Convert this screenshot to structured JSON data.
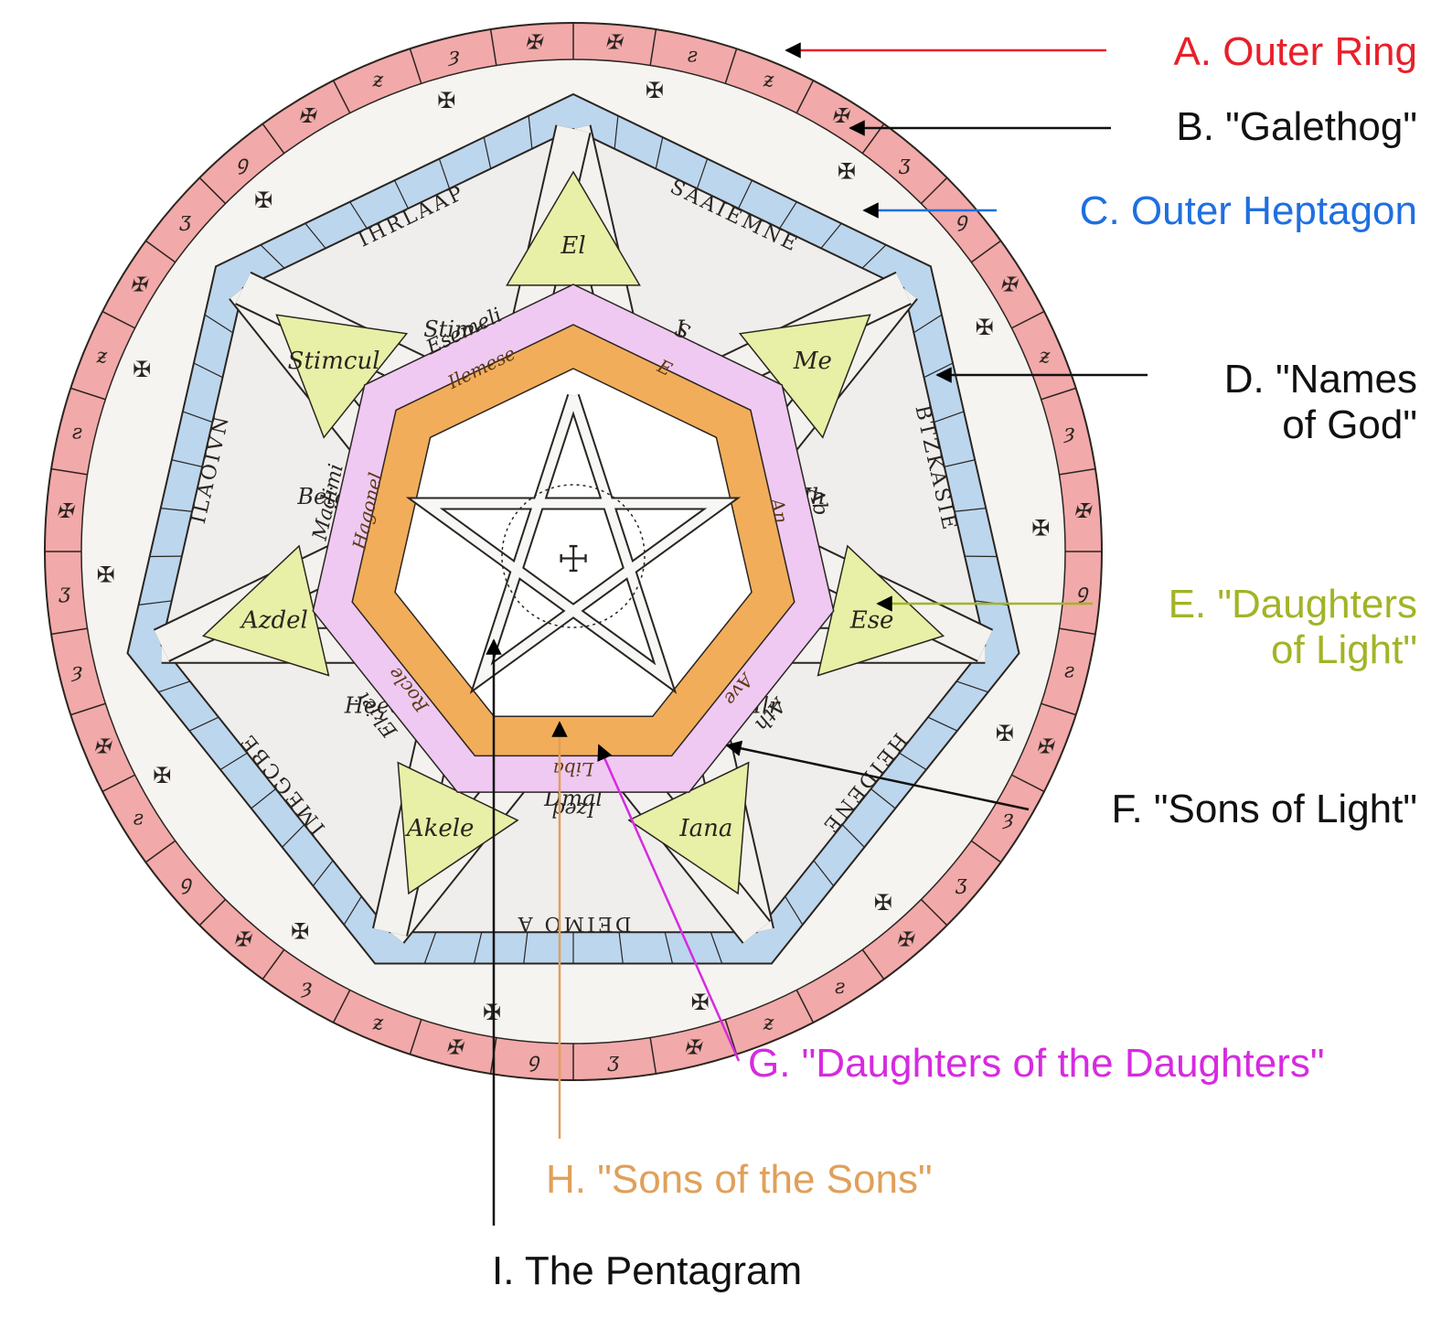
{
  "colors": {
    "outer_ring": "#f2a9a9",
    "outer_ring_text": "#e8202a",
    "galethog_band": "#f6f4f1",
    "heptagon": "#bcd6ee",
    "heptagon_text": "#1e6fe0",
    "names_band": "#efeeec",
    "daughters_of_light": "#e8efa6",
    "daughters_of_light_text": "#a3b327",
    "sons_of_light_text": "#111111",
    "daughters_of_daughters": "#efc9f2",
    "daughters_of_daughters_text": "#d62ae0",
    "sons_of_sons": "#f2ad5b",
    "sons_of_sons_text": "#e0a05a",
    "pentagram_text": "#111111",
    "ink": "#2a2520"
  },
  "labels": {
    "a": "A. Outer Ring",
    "b": "B. \"Galethog\"",
    "c": "C. Outer Heptagon",
    "d1": "D. \"Names",
    "d2": "of God\"",
    "e1": "E. \"Daughters",
    "e2": "of Light\"",
    "f": "F. \"Sons of Light\"",
    "g": "G. \"Daughters of the Daughters\"",
    "h": "H. \"Sons of the Sons\"",
    "i": "I. The Pentagram"
  },
  "ring_text": {
    "names_of_god": [
      "SAAIEMNE",
      "BTZKASIE",
      "HEIDENE",
      "DEIMO A",
      "IMEGCBE",
      "ILAOIVN",
      "IHRLAAP"
    ],
    "daughters_of_light": [
      "El",
      "Me",
      "Ese",
      "Iana",
      "Akele",
      "Azdel",
      "Stimcul"
    ],
    "sons_of_light": [
      "I",
      "Ih",
      "Ilr",
      "Dmal",
      "Heeoa",
      "Beigia",
      "Stimcul"
    ],
    "daughters_of_the_daughters": [
      "S",
      "Ab",
      "Ath",
      "Ized",
      "Ekiei",
      "Madimi",
      "Esemeli"
    ],
    "sons_of_the_sons": [
      "E",
      "An",
      "Ave",
      "Liba",
      "Rocle",
      "Hagonel",
      "Ilemese"
    ]
  }
}
